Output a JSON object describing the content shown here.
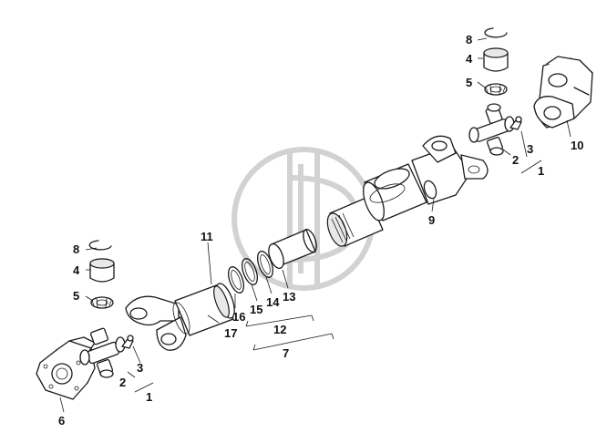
{
  "labels": {
    "n1a": "1",
    "n1b": "1",
    "n2a": "2",
    "n2b": "2",
    "n3a": "3",
    "n3b": "3",
    "n4a": "4",
    "n4b": "4",
    "n5a": "5",
    "n5b": "5",
    "n6": "6",
    "n7": "7",
    "n8a": "8",
    "n8b": "8",
    "n9": "9",
    "n10": "10",
    "n11": "11",
    "n12": "12",
    "n13": "13",
    "n14": "14",
    "n15": "15",
    "n16": "16",
    "n17": "17"
  }
}
